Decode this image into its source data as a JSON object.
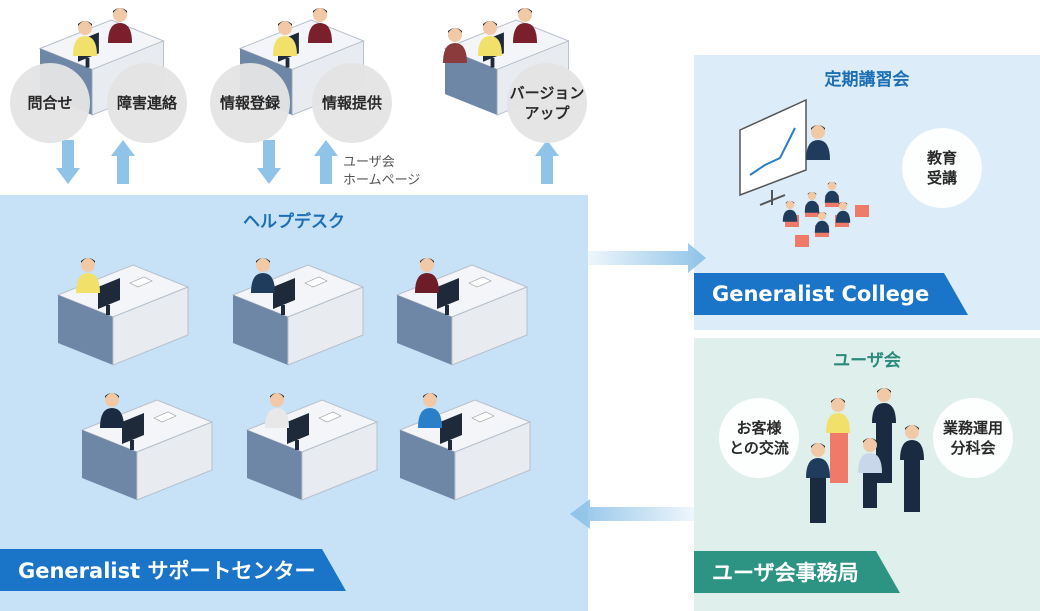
{
  "top": {
    "bubbles": [
      {
        "text": "問合せ",
        "direction": "down"
      },
      {
        "text": "障害連絡",
        "direction": "up"
      },
      {
        "text": "情報登録",
        "direction": "down"
      },
      {
        "text": "情報提供",
        "direction": "up"
      },
      {
        "text": "バージョン\nアップ",
        "direction": "up"
      }
    ],
    "note": "ユーザ会\nホームページ"
  },
  "helpdesk": {
    "title": "ヘルプデスク",
    "banner": "Generalist サポートセンター"
  },
  "college": {
    "title": "定期講習会",
    "bubble": "教育\n受講",
    "banner": "Generalist College"
  },
  "usergroup": {
    "title": "ユーザ会",
    "bubble_left": "お客様\nとの交流",
    "bubble_right": "業務運用\n分科会",
    "banner": "ユーザ会事務局"
  },
  "colors": {
    "helpdesk_bg": "#c7e1f7",
    "college_bg": "#dcecf8",
    "user_bg": "#dff0ec",
    "blue_banner": "#1a74c8",
    "green_banner": "#2d9484",
    "arrow": "#8fc3e8"
  }
}
